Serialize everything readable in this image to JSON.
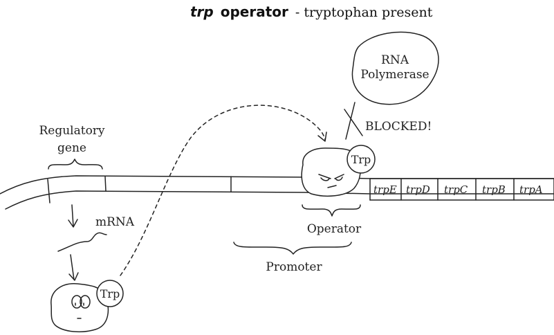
{
  "title": {
    "gene_name": "trp",
    "bold_word": "operator",
    "rest": "- tryptophan present"
  },
  "labels": {
    "regulatory_line1": "Regulatory",
    "regulatory_line2": "gene",
    "mrna": "mRNA",
    "operator": "Operator",
    "promoter": "Promoter",
    "blocked": "BLOCKED!",
    "rna_pol_line1": "RNA",
    "rna_pol_line2": "Polymerase",
    "trp_bound": "Trp",
    "trp_free": "Trp"
  },
  "genes": [
    "trpE",
    "trpD",
    "trpC",
    "trpB",
    "trpA"
  ],
  "colors": {
    "ink": "#222222",
    "background": "#ffffff"
  }
}
